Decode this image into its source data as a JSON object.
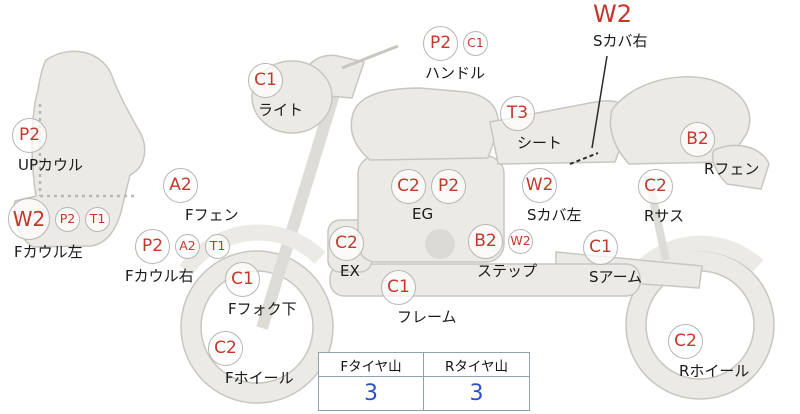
{
  "diagram": {
    "labels": [
      {
        "id": "up-cowl",
        "grades": [
          "P2"
        ],
        "name": "UPカウル"
      },
      {
        "id": "f-cowl-left",
        "grades": [
          "W2",
          "P2",
          "T1"
        ],
        "name": "Fカウル左"
      },
      {
        "id": "f-fender",
        "grades": [
          "A2"
        ],
        "name": "Fフェン"
      },
      {
        "id": "f-cowl-right",
        "grades": [
          "P2",
          "A2",
          "T1"
        ],
        "name": "Fカウル右"
      },
      {
        "id": "light",
        "grades": [
          "C1"
        ],
        "name": "ライト"
      },
      {
        "id": "f-fork-lower",
        "grades": [
          "C1"
        ],
        "name": "Fフォク下"
      },
      {
        "id": "f-wheel",
        "grades": [
          "C2"
        ],
        "name": "Fホイール"
      },
      {
        "id": "handlebar",
        "grades": [
          "P2",
          "C1"
        ],
        "name": "ハンドル"
      },
      {
        "id": "engine",
        "grades": [
          "C2",
          "P2"
        ],
        "name": "EG"
      },
      {
        "id": "exhaust",
        "grades": [
          "C2"
        ],
        "name": "EX"
      },
      {
        "id": "frame",
        "grades": [
          "C1"
        ],
        "name": "フレーム"
      },
      {
        "id": "step",
        "grades": [
          "B2",
          "W2"
        ],
        "name": "ステップ"
      },
      {
        "id": "seat",
        "grades": [
          "T3"
        ],
        "name": "シート"
      },
      {
        "id": "s-cover-right",
        "grades": [
          "W2"
        ],
        "name": "Sカバ右"
      },
      {
        "id": "s-cover-left",
        "grades": [
          "W2"
        ],
        "name": "Sカバ左"
      },
      {
        "id": "r-sus",
        "grades": [
          "C2"
        ],
        "name": "Rサス"
      },
      {
        "id": "s-arm",
        "grades": [
          "C1"
        ],
        "name": "Sアーム"
      },
      {
        "id": "r-fender",
        "grades": [
          "B2"
        ],
        "name": "Rフェン"
      },
      {
        "id": "r-wheel",
        "grades": [
          "C2"
        ],
        "name": "Rホイール"
      }
    ],
    "tire_table": {
      "headers": [
        "Fタイヤ山",
        "Rタイヤ山"
      ],
      "values": [
        "3",
        "3"
      ]
    },
    "colors": {
      "grade_text": "#c0392b",
      "part_text": "#1a1a1a",
      "tire_value_text": "#2b50c8",
      "silhouette_fill": "#ebeae5",
      "silhouette_stroke": "#c8c6c1",
      "table_border": "#8fa3ad"
    }
  }
}
